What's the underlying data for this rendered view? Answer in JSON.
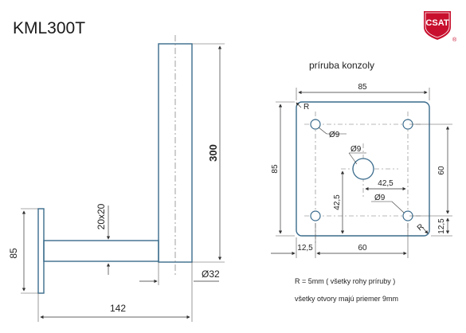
{
  "model": "KML300T",
  "logo": {
    "text": "CSAT",
    "registered": "®",
    "color": "#c8102e"
  },
  "colors": {
    "steel": "#3a6b8c",
    "line": "#444444"
  },
  "bracket": {
    "height_label": "300",
    "arm_label": "20x20",
    "plate_label": "85",
    "length_label": "142",
    "diameter_label": "Ø32"
  },
  "flange": {
    "title": "príruba konzoly",
    "width_label": "85",
    "height_label": "85",
    "corner_label": "R",
    "hole_label_1": "Ø9",
    "hole_label_center": "Ø9",
    "hole_label_2": "Ø9",
    "right_label": "60",
    "inner_h_label": "42,5",
    "inner_v_label": "42,5",
    "bottom_left_label": "12,5",
    "bottom_label": "60",
    "right_small_label": "12,5"
  },
  "notes": {
    "line1": "R = 5mm   ( všetky rohy príruby )",
    "line2": "všetky otvory majú priemer  9mm"
  }
}
